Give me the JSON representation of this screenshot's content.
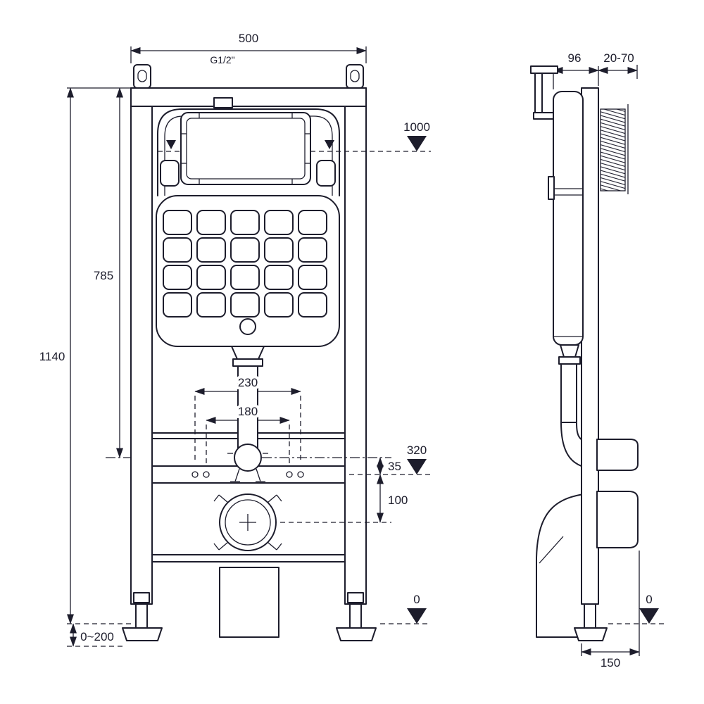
{
  "drawing": {
    "line_color": "#1d1d2c",
    "background": "#ffffff",
    "front": {
      "dim_width_top": "500",
      "thread_label": "G1/2\"",
      "dim_level_1000": "1000",
      "dim_785": "785",
      "dim_1140": "1140",
      "dim_230": "230",
      "dim_180": "180",
      "dim_320": "320",
      "dim_35": "35",
      "dim_100": "100",
      "dim_0_200": "0~200",
      "dim_floor_0": "0"
    },
    "side": {
      "dim_96": "96",
      "dim_20_70": "20-70",
      "dim_150": "150",
      "dim_floor_0": "0"
    }
  }
}
